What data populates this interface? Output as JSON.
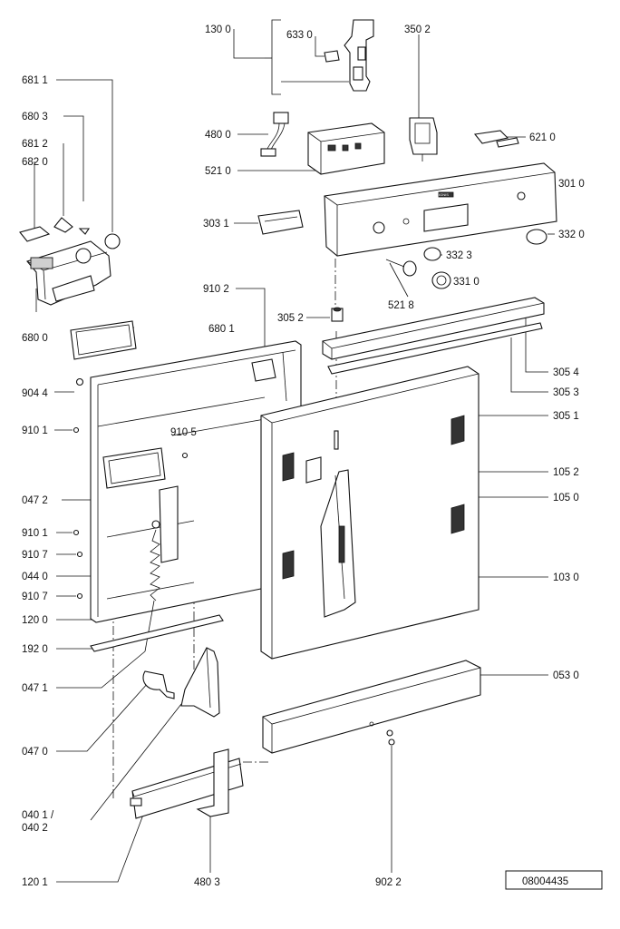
{
  "diagram": {
    "labels": {
      "l1300": "130 0",
      "l6330": "633 0",
      "l3502": "350 2",
      "l6811": "681 1",
      "l6803": "680 3",
      "l6812": "681 2",
      "l6820": "682 0",
      "l4800": "480 0",
      "l5210": "521 0",
      "l6210": "621 0",
      "l3010": "301 0",
      "l3031": "303 1",
      "l3320": "332 0",
      "l3323": "332 3",
      "l3310": "331 0",
      "l5218": "521 8",
      "l6800": "680 0",
      "l9102": "910 2",
      "l3052": "305 2",
      "l6801": "680 1",
      "l3054": "305 4",
      "l3053": "305 3",
      "l9044": "904 4",
      "l9101a": "910 1",
      "l9105": "910 5",
      "l3051": "305 1",
      "l1052": "105 2",
      "l1050": "105 0",
      "l0472": "047 2",
      "l9101b": "910 1",
      "l9107a": "910 7",
      "l0440": "044 0",
      "l9107b": "910 7",
      "l1030": "103 0",
      "l1200": "120 0",
      "l1920": "192 0",
      "l0471": "047 1",
      "l0530": "053 0",
      "l0470": "047 0",
      "l0401": "040 1 /",
      "l0402": "040 2",
      "l1201": "120 1",
      "l4803": "480 3",
      "l9022": "902 2"
    },
    "drawing_number": "08004435",
    "panel_brand": "IGNIS"
  }
}
